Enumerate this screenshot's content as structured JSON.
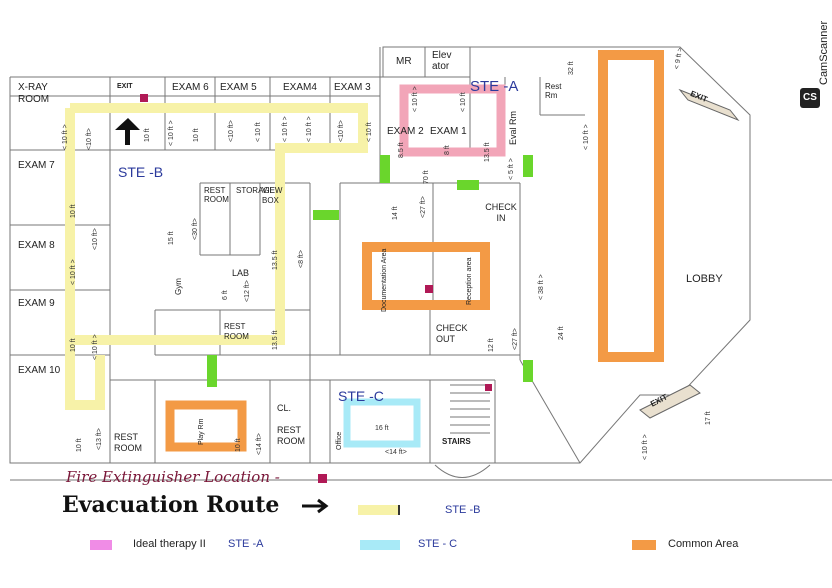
{
  "floorplan": {
    "rooms": {
      "xray": "X-RAY ROOM",
      "exit_top": "EXIT",
      "exam6": "EXAM 6",
      "exam5": "EXAM 5",
      "exam4": "EXAM4",
      "exam3": "EXAM 3",
      "mr": "MR",
      "elevator": "Elev ator",
      "exam2": "EXAM 2",
      "exam1": "EXAM 1",
      "eval_rm": "Eval Rm",
      "rest_rm_top": "Rest Rm",
      "exam7": "EXAM 7",
      "exam8": "EXAM 8",
      "exam9": "EXAM 9",
      "exam10": "EXAM 10",
      "rest_room_vert": "REST ROOM",
      "storage": "STORAGE",
      "view_box": "VIEW BOX",
      "gym": "Gym",
      "lab": "LAB",
      "rest_room_mid": "REST ROOM",
      "check_in": "CHECK IN",
      "check_out": "CHECK OUT",
      "documentation": "Documentation Area",
      "reception": "Reception area",
      "lobby": "LOBBY",
      "exit_right": "EXIT",
      "exit_bottom": "EXIT",
      "rest_room_bl": "REST ROOM",
      "play_rm": "Play Rm",
      "cl": "CL.",
      "rest_room_b2": "REST ROOM",
      "office": "Office",
      "stairs": "STAIRS"
    },
    "ste_labels": {
      "ste_a": "STE -A",
      "ste_b": "STE -B",
      "ste_c": "STE -C"
    },
    "dimensions": {
      "d1": "< 10 ft >",
      "d2": "<10 ft>",
      "d3": "10 ft",
      "d4": "< 10 ft >",
      "d5": "10 ft",
      "d6": "<10 ft>",
      "d7": "< 10 ft",
      "d8": "< 10 ft >",
      "d9": "< 10 ft >",
      "d10": "<10 ft>",
      "d11": "< 10 ft",
      "d12": "< 10 ft >",
      "d13": "8.5 ft",
      "d14": "8 ft",
      "d15": "13.5 ft",
      "d16": "< 10 ft",
      "d17": "< 9 ft >",
      "d18": "32 ft",
      "d19": "< 10 ft >",
      "d20": "70 ft",
      "d21": "< 5 ft >",
      "d22": "14 ft",
      "d23": "<27 ft>",
      "d24": "15 ft",
      "d25": "<30 ft>",
      "d26": "<10 ft>",
      "d27": "10 ft",
      "d28": "< 10 ft >",
      "d29": "13.5 ft",
      "d30": "<8 ft>",
      "d31": "6 ft",
      "d32": "<12 ft>",
      "d33": "< 10 ft >",
      "d34": "10 ft",
      "d35": "13.5 ft",
      "d36": "12 ft",
      "d37": "<27 ft>",
      "d38": "< 38 ft >",
      "d39": "24 ft",
      "d40": "10 ft",
      "d41": "<13 ft>",
      "d42": "10 ft",
      "d43": "<14 ft>",
      "d44": "16 ft",
      "d45": "<14 ft>",
      "d46": "< 10 ft >",
      "d47": "17 ft"
    },
    "colors": {
      "ste_b_route": "#f7f2a8",
      "ste_a": "#f2a5b8",
      "ste_c": "#a8eaf7",
      "common_area": "#f39a45",
      "door": "#6ad62c",
      "extinguisher": "#b01956"
    }
  },
  "handwriting": {
    "fire_ext": "Fire Extinguisher Location -",
    "evacuation": "Evacuation Route"
  },
  "legend": {
    "ste_b_label": "STE -B",
    "ideal": "Ideal therapy II",
    "ste_a_label": "STE -A",
    "ste_c_label": "STE - C",
    "common": "Common Area"
  },
  "watermark": {
    "cs_badge": "CS",
    "camscanner": "CamScanner"
  }
}
